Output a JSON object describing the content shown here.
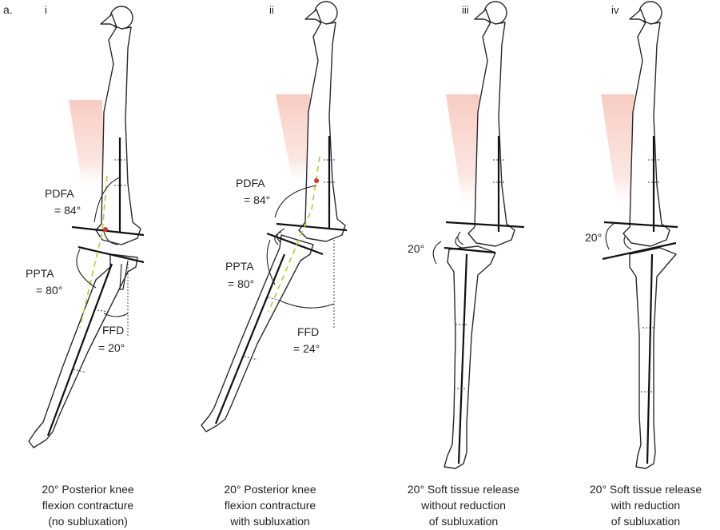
{
  "figure_label": "a.",
  "panels": [
    {
      "numeral": "i",
      "caption": [
        "20° Posterior knee",
        "flexion contracture",
        "(no subluxation)"
      ],
      "angles": {
        "pdfa_name": "PDFA",
        "pdfa_value": "= 84°",
        "ppta_name": "PPTA",
        "ppta_value": "= 80°",
        "ffd_name": "FFD",
        "ffd_value": "= 20°"
      }
    },
    {
      "numeral": "ii",
      "caption": [
        "20° Posterior knee",
        "flexion contracture",
        "with subluxation"
      ],
      "angles": {
        "pdfa_name": "PDFA",
        "pdfa_value": "= 84°",
        "ppta_name": "PPTA",
        "ppta_value": "= 80°",
        "ffd_name": "FFD",
        "ffd_value": "= 24°"
      }
    },
    {
      "numeral": "iii",
      "caption": [
        "20° Soft tissue release",
        "without reduction",
        "of subluxation"
      ],
      "angles": {
        "tilt_value": "20°"
      }
    },
    {
      "numeral": "iv",
      "caption": [
        "20° Soft tissue release",
        "with reduction",
        "of subluxation"
      ],
      "angles": {
        "tilt_value": "20°"
      }
    }
  ],
  "colors": {
    "muscle": "#f4b9ae",
    "guide_line": "#b9cc3a",
    "marker": "#e0322b",
    "ink": "#222222"
  }
}
